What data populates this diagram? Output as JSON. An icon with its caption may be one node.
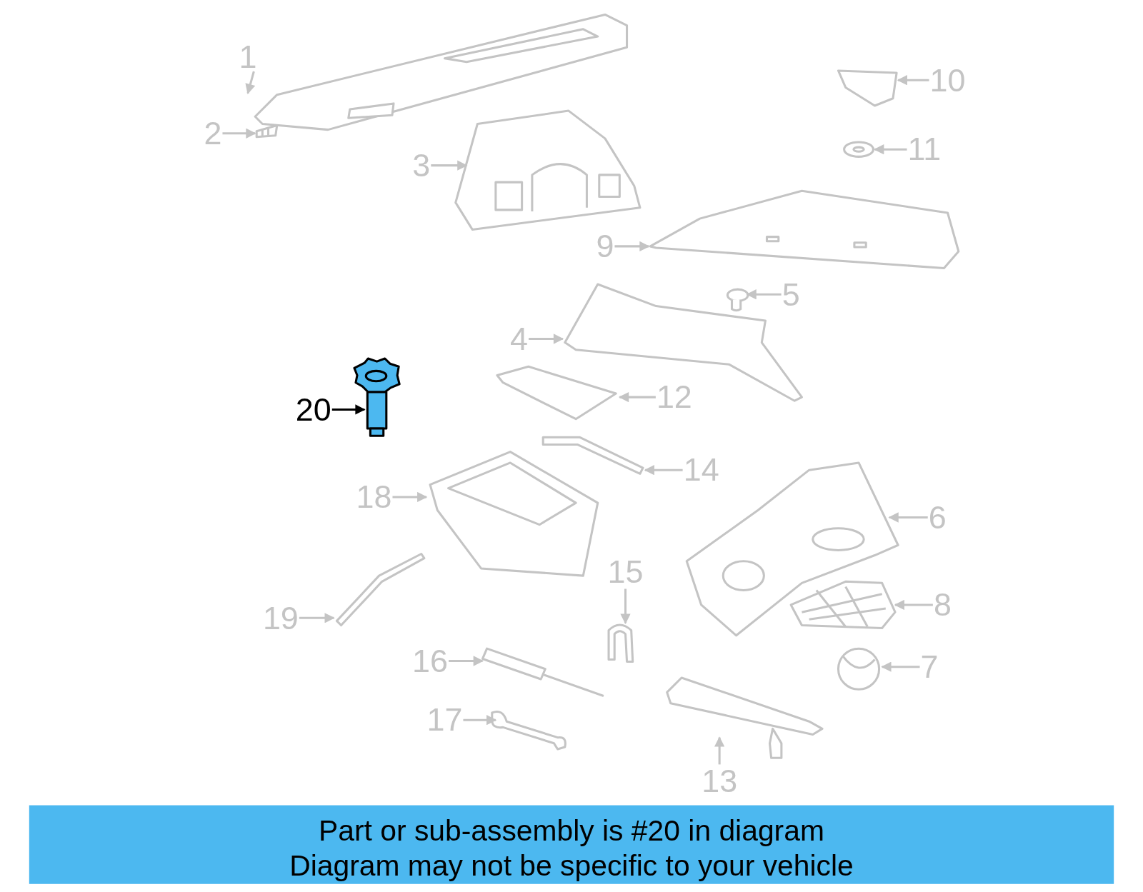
{
  "diagram": {
    "nodes": [
      {
        "text": [
          "1"
        ]
      },
      {
        "text": [
          "2"
        ]
      },
      {
        "text": [
          "3"
        ]
      },
      {
        "text": [
          "4"
        ]
      },
      {
        "text": [
          "5"
        ]
      },
      {
        "text": [
          "6"
        ]
      },
      {
        "text": [
          "7"
        ]
      },
      {
        "text": [
          "8"
        ]
      },
      {
        "text": [
          "9"
        ]
      },
      {
        "text": [
          "10"
        ]
      },
      {
        "text": [
          "11"
        ]
      },
      {
        "text": [
          "12"
        ]
      },
      {
        "text": [
          "13"
        ]
      },
      {
        "text": [
          "14"
        ]
      },
      {
        "text": [
          "15"
        ]
      },
      {
        "text": [
          "16"
        ]
      },
      {
        "text": [
          "17"
        ]
      },
      {
        "text": [
          "18"
        ]
      },
      {
        "text": [
          "19"
        ]
      },
      {
        "text": [
          "20"
        ]
      },
      {
        "text": [],
        "shape": "picture"
      },
      {
        "text": [],
        "shape": "picture"
      },
      {
        "text": [],
        "shape": "picture"
      },
      {
        "text": [],
        "shape": "picture"
      },
      {
        "text": [],
        "shape": "picture"
      },
      {
        "text": [],
        "shape": "picture"
      },
      {
        "text": [],
        "shape": "picture"
      },
      {
        "text": [],
        "shape": "picture"
      },
      {
        "text": [],
        "shape": "picture"
      },
      {
        "text": [],
        "shape": "picture"
      },
      {
        "text": [],
        "shape": "picture"
      },
      {
        "text": [],
        "shape": "picture"
      },
      {
        "text": [],
        "shape": "picture"
      },
      {
        "text": [],
        "shape": "picture"
      },
      {
        "text": [],
        "shape": "picture"
      },
      {
        "text": [],
        "shape": "picture"
      },
      {
        "text": [],
        "shape": "picture"
      },
      {
        "text": [],
        "shape": "picture"
      },
      {
        "text": [],
        "shape": "picture"
      },
      {
        "text": [],
        "shape": "picture"
      },
      {
        "text": [
          "Part or sub-assembly is #20 in diagram",
          "Diagram may not be specific to your vehicle"
        ]
      }
    ],
    "edges": [
      {
        "from": 0,
        "to": 20,
        "arrow": "to"
      },
      {
        "from": 1,
        "to": 21,
        "arrow": "to"
      },
      {
        "from": 2,
        "to": 22,
        "arrow": "to"
      },
      {
        "from": 3,
        "to": 23,
        "arrow": "to"
      },
      {
        "from": 4,
        "to": 24,
        "arrow": "to"
      },
      {
        "from": 5,
        "to": 25,
        "arrow": "to"
      },
      {
        "from": 6,
        "to": 26,
        "arrow": "to"
      },
      {
        "from": 7,
        "to": 27,
        "arrow": "to"
      },
      {
        "from": 8,
        "to": 28,
        "arrow": "to"
      },
      {
        "from": 9,
        "to": 29,
        "arrow": "to"
      },
      {
        "from": 10,
        "to": 30,
        "arrow": "to"
      },
      {
        "from": 11,
        "to": 31,
        "arrow": "to"
      },
      {
        "from": 12,
        "to": 32,
        "arrow": "to"
      },
      {
        "from": 13,
        "to": 33,
        "arrow": "to"
      },
      {
        "from": 14,
        "to": 34,
        "arrow": "to"
      },
      {
        "from": 15,
        "to": 35,
        "arrow": "to"
      },
      {
        "from": 16,
        "to": 36,
        "arrow": "to"
      },
      {
        "from": 17,
        "to": 37,
        "arrow": "to"
      },
      {
        "from": 18,
        "to": 38,
        "arrow": "to"
      },
      {
        "from": 19,
        "to": 39,
        "arrow": "to",
        "color": "#000000"
      }
    ]
  }
}
